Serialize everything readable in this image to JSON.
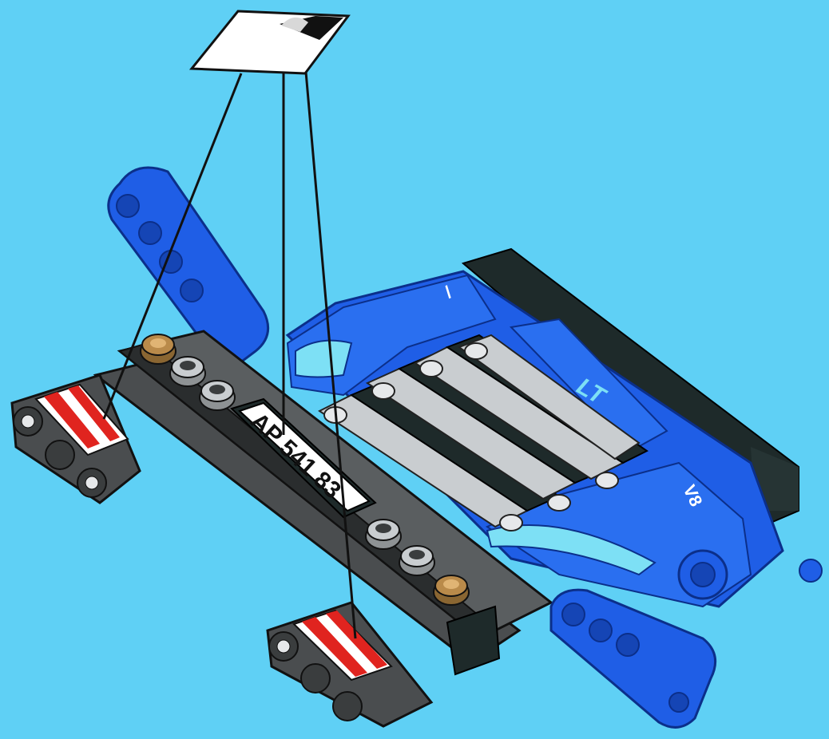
{
  "scene": {
    "license_plate": "AP 541 83",
    "engine_badge_logo": "LT",
    "engine_badge_v8": "V8",
    "cover_mark": "/"
  },
  "colors": {
    "background": "#5fd0f5",
    "body_blue": "#1f5ee6",
    "dark_gray": "#4a4d4f",
    "light_gray": "#c9cdd0",
    "black_trim": "#1e2a2a",
    "tan_stud": "#b98a4a",
    "stripe_red": "#e0241f",
    "callout_line": "#111111"
  },
  "icons": [
    "sticker-callout-icon",
    "warning-stripe-icon",
    "license-plate-icon"
  ]
}
